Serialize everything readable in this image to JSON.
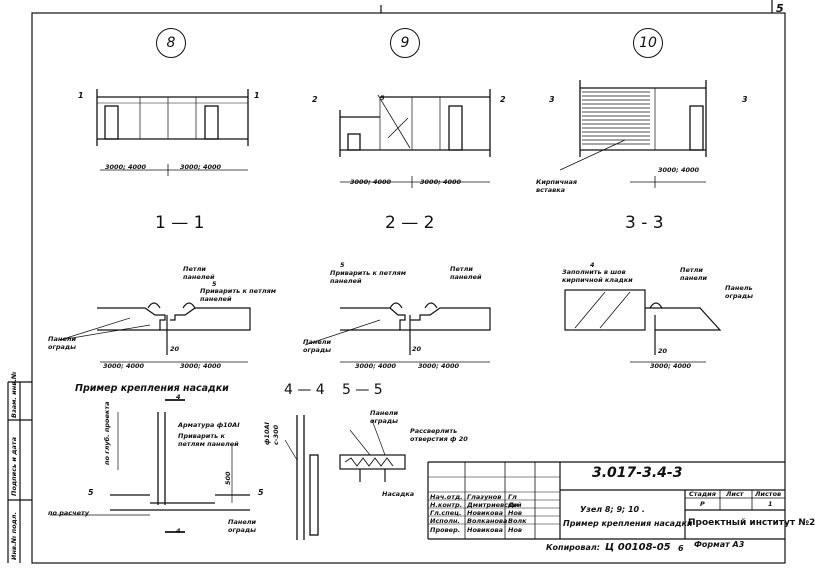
{
  "page_number": "5",
  "nodes": [
    "8",
    "9",
    "10"
  ],
  "plan_marks": {
    "n8": {
      "left": "1",
      "right": "1"
    },
    "n9": {
      "left": "2",
      "right": "2",
      "callout": "5"
    },
    "n10": {
      "left": "3",
      "right": "3"
    }
  },
  "plan_dims": {
    "n8_a": "3000; 4000",
    "n8_b": "3000; 4000",
    "n9_a": "3000; 4000",
    "n9_b": "3000; 4000",
    "n10": "3000; 4000"
  },
  "brick_insert": "Кирпичная вставка",
  "sections": {
    "s1": "1 — 1",
    "s2": "2 — 2",
    "s3": "3 - 3",
    "s4": "4 — 4",
    "s5": "5 — 5"
  },
  "sec1": {
    "loops": "Петли панелей",
    "num": "5",
    "weld": "Приварить к петлям панелей",
    "fence": "Панели ограды",
    "d20": "20",
    "dim_a": "3000; 4000",
    "dim_b": "3000; 4000"
  },
  "sec2": {
    "num": "5",
    "weld": "Приварить к петлям панелей",
    "loops": "Петли панелей",
    "fence": "Панели ограды",
    "d20": "20",
    "dim_a": "3000; 4000",
    "dim_b": "3000; 4000"
  },
  "sec3": {
    "num": "4",
    "fill": "Заполнить в шов кирпичной кладки",
    "loops": "Петли панели",
    "fence": "Панель ограды",
    "d20": "20",
    "dim": "3000; 4000"
  },
  "example": {
    "title": "Пример крепления насадки",
    "cut4": "4",
    "rebar": "Арматура ф10АI",
    "weld": "Приварить к петлям панелей",
    "by_calc": "по расчету",
    "fence": "Панели ограды",
    "cut5": "5",
    "depth": "по глуб. проекта",
    "d": "500"
  },
  "detail44": {
    "rebar": "ф10АI",
    "step": "с-300"
  },
  "detail55": {
    "fence": "Панели ограды",
    "drill": "Рассверлить отверстия ф 20",
    "nozzle": "Насадка"
  },
  "side_labels": [
    "Инв.№ подл.",
    "Подпись и дата",
    "Взам. инв.№"
  ],
  "title_block": {
    "doc_code": "3.017-3.4-3",
    "rows": [
      {
        "role": "Нач.отд.",
        "name": "Глазунов",
        "sign": "Гл"
      },
      {
        "role": "Н.контр.",
        "name": "Дмитриевский",
        "sign": "Дм"
      },
      {
        "role": "Гл.спец.",
        "name": "Новикова",
        "sign": "Нов"
      },
      {
        "role": "Исполн.",
        "name": "Волканова",
        "sign": "Волк"
      },
      {
        "role": "Провер.",
        "name": "Новикова",
        "sign": "Нов"
      }
    ],
    "subject_1": "Узел 8; 9; 10 .",
    "subject_2": "Пример крепления насадки",
    "stage_h": "Стадия",
    "sheet_h": "Лист",
    "sheets_h": "Листов",
    "stage": "Р",
    "sheet": "",
    "sheets": "1",
    "org": "Проектный институт №2"
  },
  "copied_label": "Копировал:",
  "copied_code": "Ц 00108-05",
  "copied_num": "6",
  "format": "Формат А3"
}
